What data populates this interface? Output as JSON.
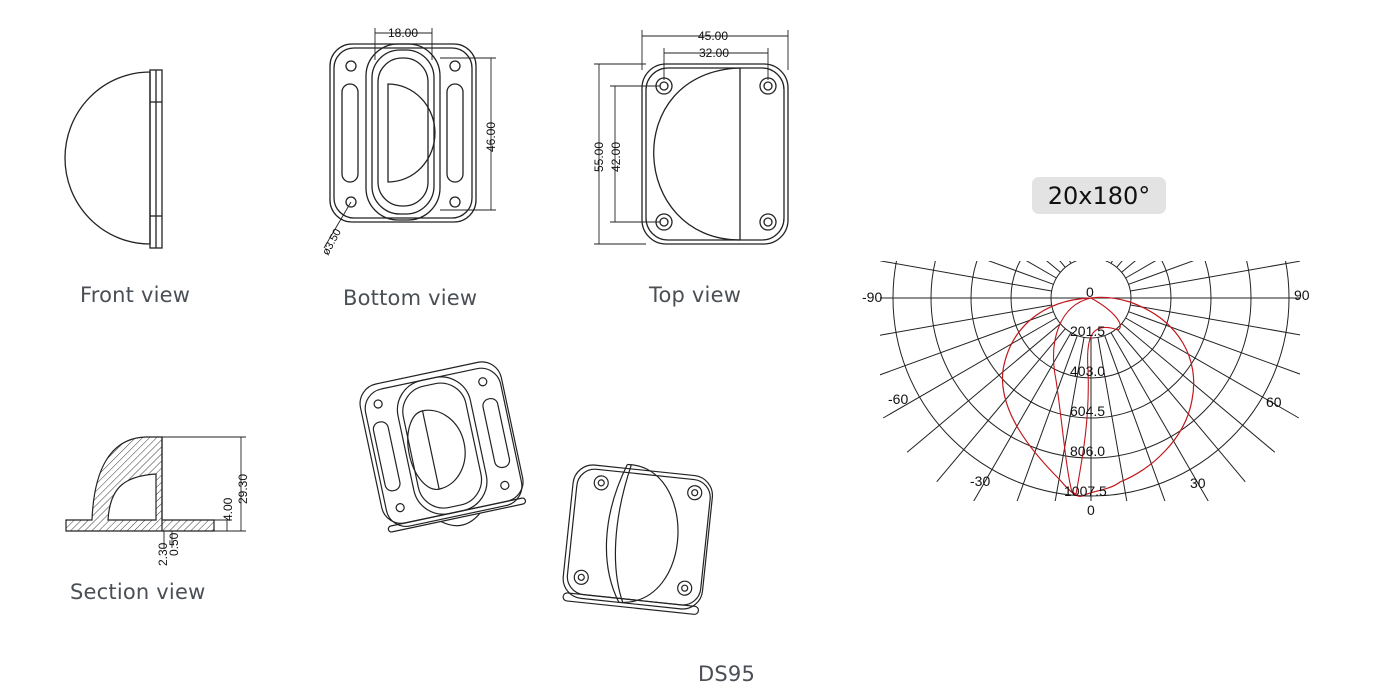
{
  "model": "DS95",
  "views": {
    "front": "Front view",
    "bottom": "Bottom view",
    "top": "Top view",
    "section": "Section view"
  },
  "dimensions": {
    "bottom_width": "18.00",
    "bottom_height": "46.00",
    "bottom_hole": "ø3.50",
    "top_outer_width": "45.00",
    "top_inner_width": "32.00",
    "top_outer_height": "55.00",
    "top_inner_height": "42.00",
    "section_height": "29.30",
    "section_base": "4.00",
    "section_a": "2.30",
    "section_b": "0.50"
  },
  "beam_angle": "20x180°",
  "polar": {
    "angle_labels": [
      "-90",
      "90",
      "-60",
      "60",
      "-30",
      "30",
      "0",
      "0"
    ],
    "radial_labels": [
      "201.5",
      "403.0",
      "604.5",
      "806.0",
      "1007.5"
    ]
  }
}
